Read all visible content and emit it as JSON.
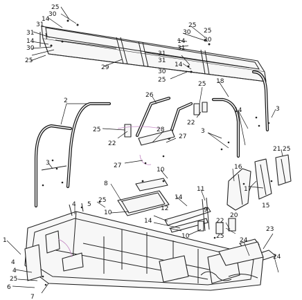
{
  "figure": {
    "callouts": {
      "c25_a": "25",
      "c30_a": "30",
      "c14_a": "14",
      "c31_a": "31",
      "c25_b": "25",
      "c30_b": "30",
      "c31_b": "31",
      "c14_b": "14",
      "c30_c": "30",
      "c25_c": "25",
      "c25_d": "25",
      "c30_d": "30",
      "c14_c": "14",
      "c31_c": "31",
      "c31_d": "31",
      "c14_d": "14",
      "c31_e": "31",
      "c30_e": "30",
      "c25_e": "25",
      "c29": "29",
      "c2": "2",
      "c26": "26",
      "c25_f": "25",
      "c22_a": "22",
      "c28": "28",
      "c25_g": "25",
      "c22_b": "22",
      "c18": "18",
      "c14_e": "14",
      "c3_a": "3",
      "c3_b": "3",
      "c27_a": "27",
      "c27_b": "27",
      "c3_c": "3",
      "c21": "21",
      "c25_h": "25",
      "c16": "16",
      "c10_a": "10",
      "c8": "8",
      "c11": "11",
      "c17": "17",
      "c15": "15",
      "c4_a": "4",
      "c5": "5",
      "c25_i": "25",
      "c10_b": "10",
      "c14_f": "14",
      "c12": "12",
      "c9": "9",
      "c20": "20",
      "c14_g": "14",
      "c10_c": "10",
      "c22_c": "22",
      "c25_j": "25",
      "c23": "23",
      "c1": "1",
      "c24_a": "24",
      "c24_b": "24",
      "c4_b": "4",
      "c25_k": "25",
      "c4_c": "4",
      "c6": "6",
      "c7": "7"
    }
  }
}
